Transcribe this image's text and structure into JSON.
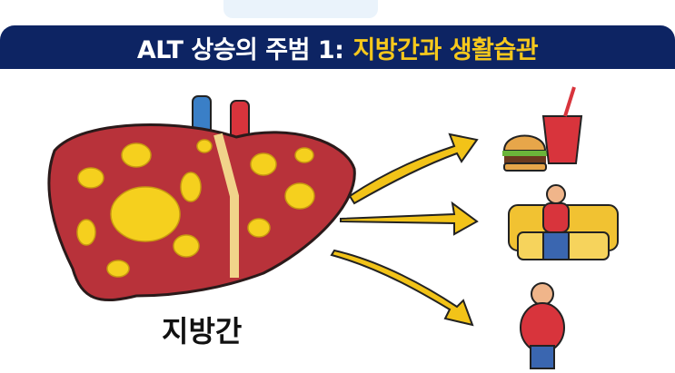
{
  "title": {
    "part1": "ALT 상승의 주범 1:",
    "part2": "지방간과 생활습관"
  },
  "liver_label": "지방간",
  "colors": {
    "banner": "#0d2463",
    "highlight": "#f6c81c",
    "liver": "#b8323a",
    "fat": "#f5d01e",
    "arrow": "#f2c318"
  },
  "icons": [
    "fatty-liver",
    "burger-and-soda",
    "person-on-sofa",
    "obese-person"
  ]
}
